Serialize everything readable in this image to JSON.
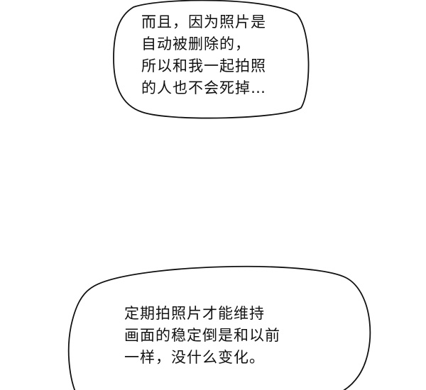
{
  "panel": {
    "background": "#ffffff",
    "ink": "#111111"
  },
  "bubbles": [
    {
      "lines": [
        "而且，因为照片是",
        "自动被删除的，",
        "所以和我一起拍照",
        "的人也不会死掉…"
      ]
    },
    {
      "lines": [
        "定期拍照片才能维持",
        "画面的稳定倒是和以前",
        "一样，没什么变化。"
      ]
    }
  ]
}
